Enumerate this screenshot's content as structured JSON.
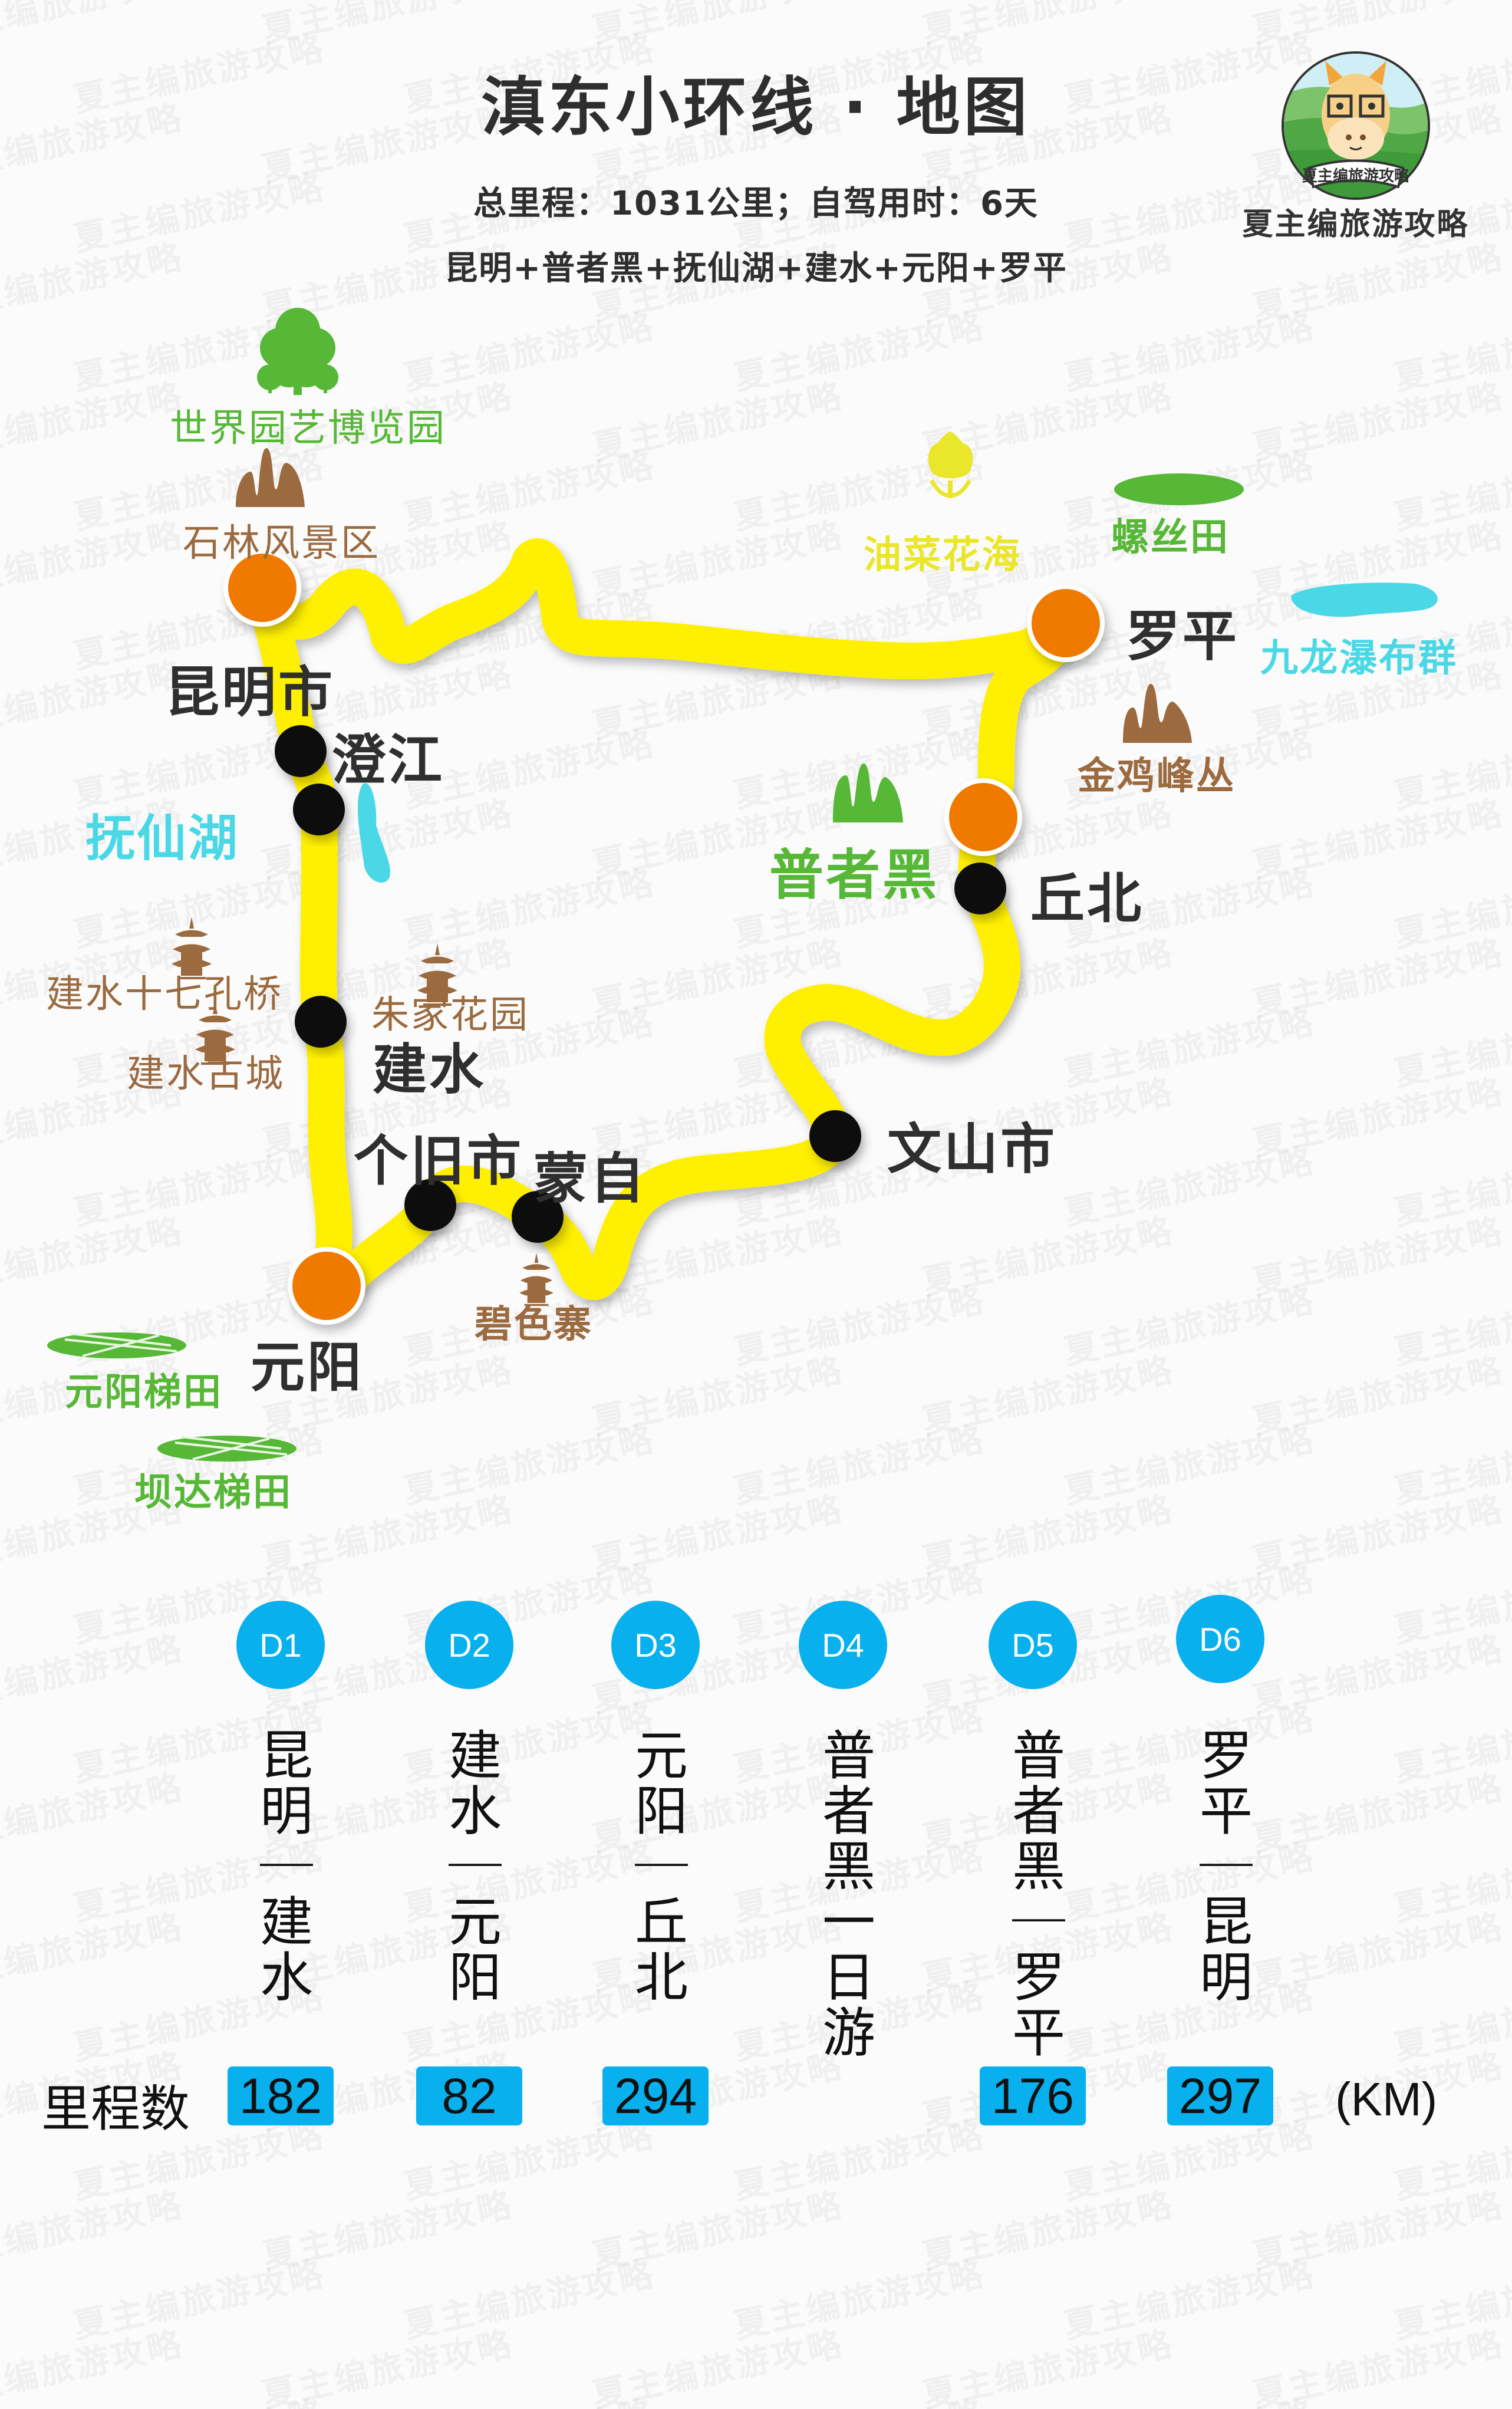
{
  "header": {
    "title": "滇东小环线 · 地图",
    "summary": "总里程：1031公里；自驾用时：6天",
    "route_line": "昆明+普者黑+抚仙湖+建水+元阳+罗平"
  },
  "brand": {
    "logo_ribbon": "夏主编旅游攻略",
    "name": "夏主编旅游攻略",
    "watermark": "夏主编旅游攻略"
  },
  "colors": {
    "route": "#ffef00",
    "major_stop": "#f07a00",
    "minor_stop": "#000000",
    "day_blue": "#08b0ee",
    "poi_green": "#56b836",
    "poi_brown": "#9b6a3f",
    "poi_cyan": "#4ad8e6",
    "poi_yellow": "#eae62a"
  },
  "map": {
    "cities": {
      "kunming": "昆明市",
      "chengjiang": "澄江",
      "jianshui": "建水",
      "gejiu": "个旧市",
      "mengzi": "蒙自",
      "yuanyang": "元阳",
      "wenshan": "文山市",
      "qiubei": "丘北",
      "puzhehei": "普者黑",
      "luoping": "罗平"
    },
    "pois": {
      "horti_expo": "世界园艺博览园",
      "stone_forest": "石林风景区",
      "fuxian_lake": "抚仙湖",
      "shiqikong_bridge": "建水十七孔桥",
      "ancient_town": "建水古城",
      "zhu_garden": "朱家花园",
      "bise_village": "碧色寨",
      "yuanyang_terraces": "元阳梯田",
      "bada_terraces": "坝达梯田",
      "rapeseed_sea": "油菜花海",
      "spiral_fields": "螺丝田",
      "jiulong_falls": "九龙瀑布群",
      "jinji_peaks": "金鸡峰丛"
    },
    "icons": {
      "horti_expo": "tree-icon",
      "stone_forest": "karst-peak-icon",
      "fuxian_lake": "lake-icon",
      "pagoda": "pagoda-icon",
      "terraces": "rice-terrace-icon",
      "rapeseed": "tulip-flower-icon",
      "spiral_fields": "field-icon",
      "waterfall": "water-icon",
      "jinji": "karst-peak-icon",
      "puzhehei": "karst-peak-icon"
    }
  },
  "itinerary": {
    "mileage_label": "里程数",
    "unit": "(KM)",
    "days": [
      {
        "day": "D1",
        "route": "昆明|建水",
        "km": "182"
      },
      {
        "day": "D2",
        "route": "建水|元阳",
        "km": "82"
      },
      {
        "day": "D3",
        "route": "元阳|丘北",
        "km": "294"
      },
      {
        "day": "D4",
        "route": "普者黑一日游",
        "km": null
      },
      {
        "day": "D5",
        "route": "普者黑|罗平",
        "km": "176"
      },
      {
        "day": "D6",
        "route": "罗平|昆明",
        "km": "297"
      }
    ]
  }
}
